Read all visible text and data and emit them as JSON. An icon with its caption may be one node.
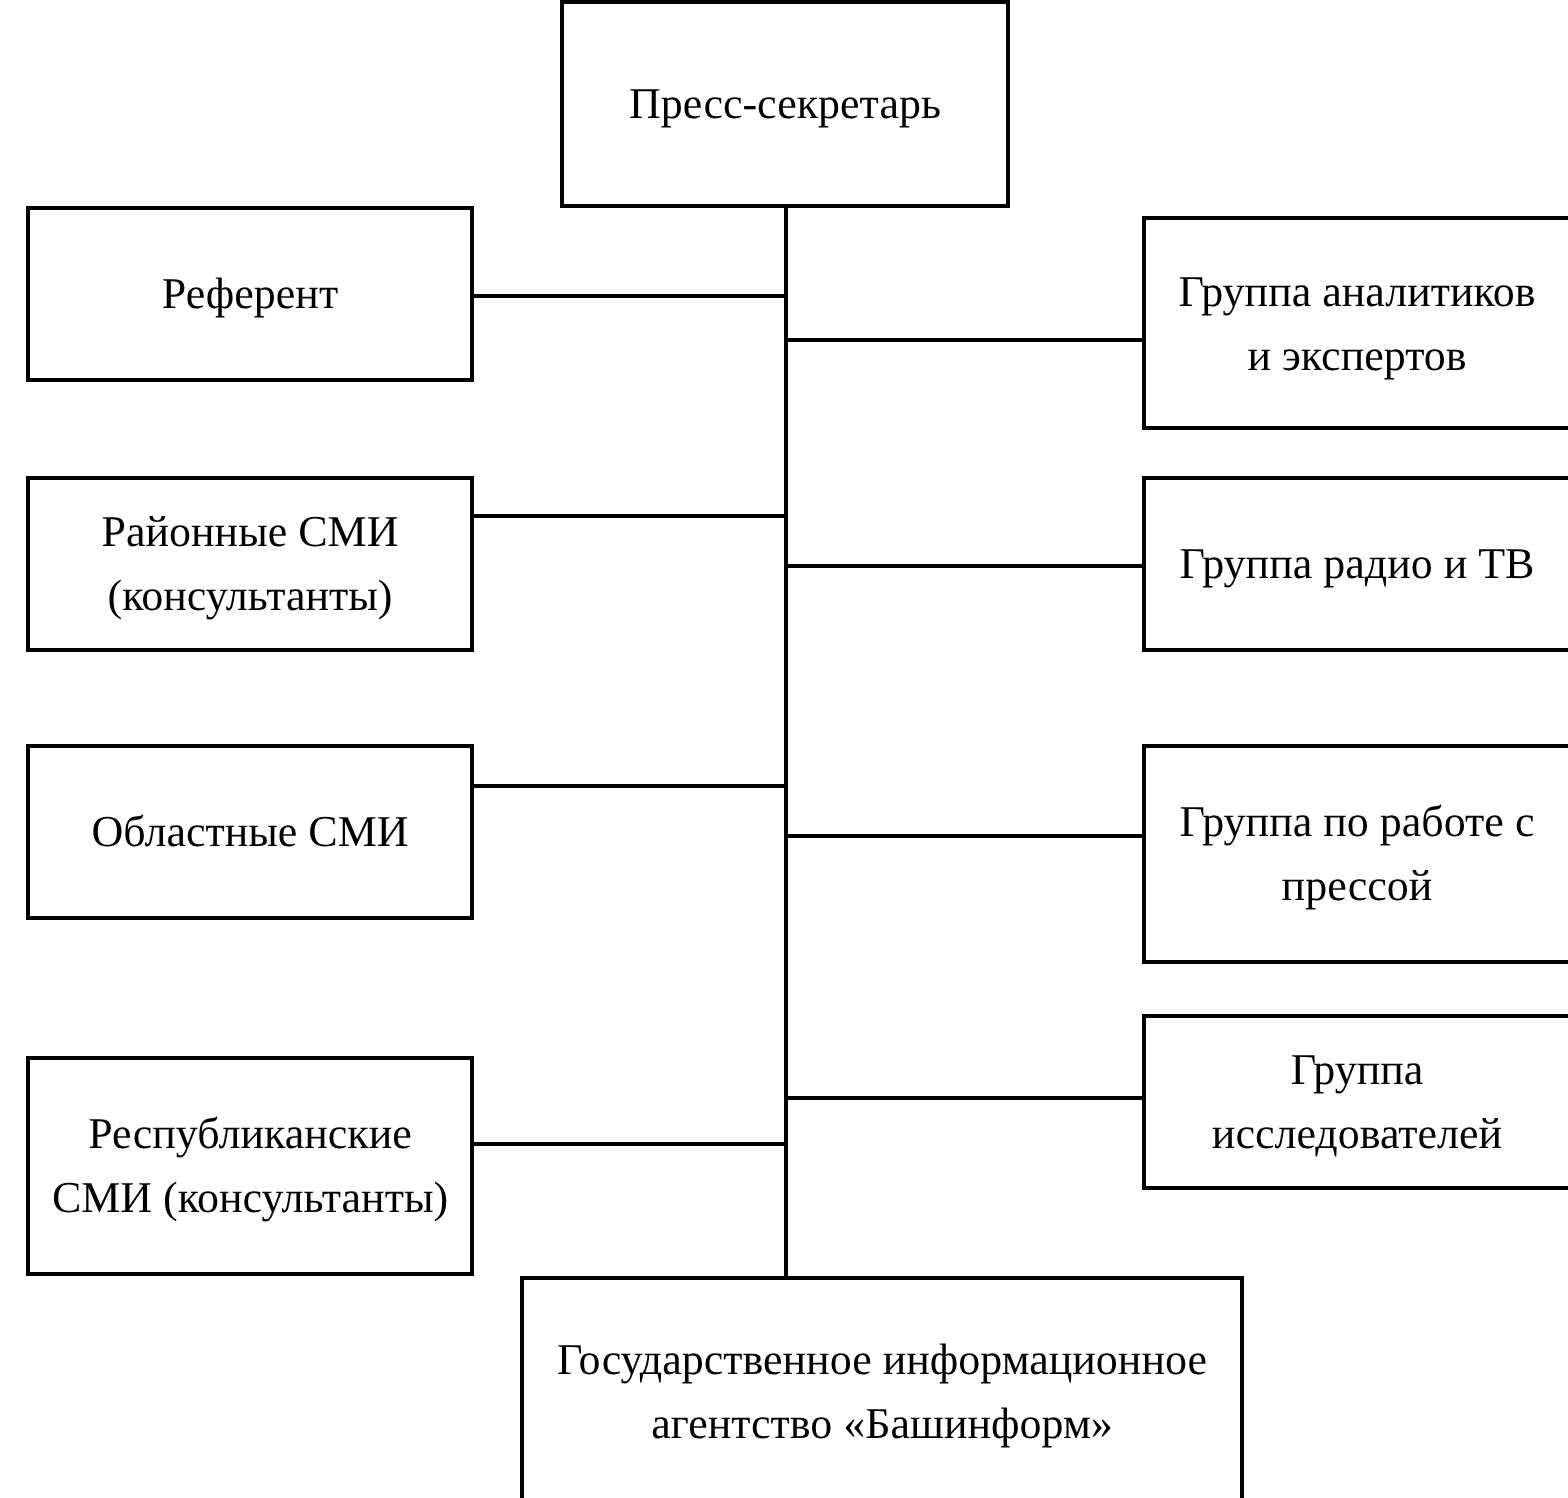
{
  "diagram": {
    "nodes": [
      {
        "text": [
          "Пресс-секретарь"
        ]
      },
      {
        "text": [
          "Референт"
        ]
      },
      {
        "text": [
          "Группа аналитиков и экспертов"
        ]
      },
      {
        "text": [
          "Районные СМИ (консультанты)"
        ]
      },
      {
        "text": [
          "Группа радио и ТВ"
        ]
      },
      {
        "text": [
          "Областные СМИ"
        ]
      },
      {
        "text": [
          "Группа по работе с прессой"
        ]
      },
      {
        "text": [
          "Республиканские СМИ (консультанты)"
        ]
      },
      {
        "text": [
          "Группа исследователей"
        ]
      },
      {
        "text": [
          "Государственное информационное агентство «Башинформ»"
        ]
      }
    ],
    "edges": [
      {
        "from": 0,
        "to": 1,
        "arrow": "none"
      },
      {
        "from": 0,
        "to": 2,
        "arrow": "none"
      },
      {
        "from": 0,
        "to": 3,
        "arrow": "none"
      },
      {
        "from": 0,
        "to": 4,
        "arrow": "none"
      },
      {
        "from": 0,
        "to": 5,
        "arrow": "none"
      },
      {
        "from": 0,
        "to": 6,
        "arrow": "none"
      },
      {
        "from": 0,
        "to": 7,
        "arrow": "none"
      },
      {
        "from": 0,
        "to": 8,
        "arrow": "none"
      },
      {
        "from": 0,
        "to": 9,
        "arrow": "none"
      }
    ]
  }
}
